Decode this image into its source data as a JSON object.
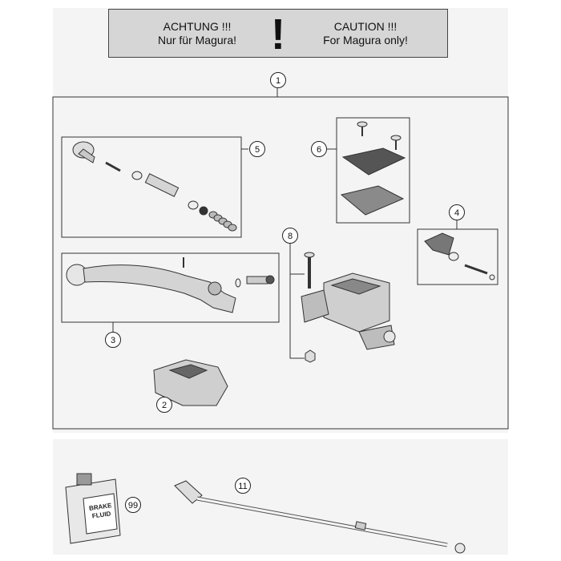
{
  "warning": {
    "german_title": "ACHTUNG !!!",
    "german_text": "Nur für Magura!",
    "symbol": "!",
    "english_title": "CAUTION !!!",
    "english_text": "For Magura only!"
  },
  "callouts": [
    {
      "id": "callout-1",
      "label": "1"
    },
    {
      "id": "callout-2",
      "label": "2"
    },
    {
      "id": "callout-3",
      "label": "3"
    },
    {
      "id": "callout-4",
      "label": "4"
    },
    {
      "id": "callout-5",
      "label": "5"
    },
    {
      "id": "callout-6",
      "label": "6"
    },
    {
      "id": "callout-8",
      "label": "8"
    },
    {
      "id": "callout-11",
      "label": "11"
    },
    {
      "id": "callout-99",
      "label": "99"
    }
  ],
  "fluid_can": {
    "line1": "BRAKE",
    "line2": "FLUID"
  }
}
